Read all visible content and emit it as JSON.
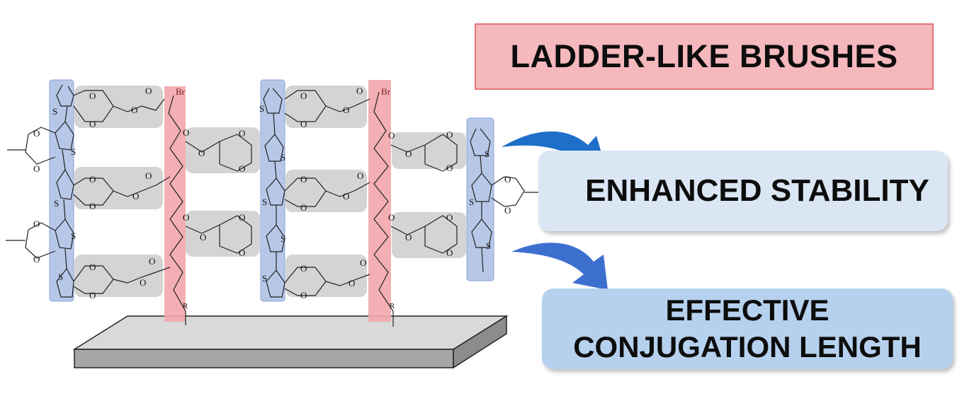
{
  "labels": {
    "title": "LADDER-LIKE BRUSHES",
    "stability": "ENHANCED STABILITY",
    "conjugation_line1": "EFFECTIVE",
    "conjugation_line2": "CONJUGATION LENGTH"
  },
  "atoms": {
    "oxygen": "O",
    "sulfur": "S",
    "bromine": "Br",
    "r_group": "R"
  },
  "colors": {
    "pedot_highlight": "#b7c7e8",
    "pedot_border": "#8aa6d8",
    "polymer_highlight": "#f2a6ab",
    "side_chain_highlight": "#d4d4d4",
    "title_fill": "#f4b8bd",
    "title_border": "#e47679",
    "stability_fill": "#dbe6f4",
    "conjugation_fill": "#b6d1ee",
    "arrow_top": "#1e6fc9",
    "arrow_bottom": "#3d6fcf",
    "substrate_top": "#d9d9d9",
    "substrate_side": "#a6a6a6"
  }
}
